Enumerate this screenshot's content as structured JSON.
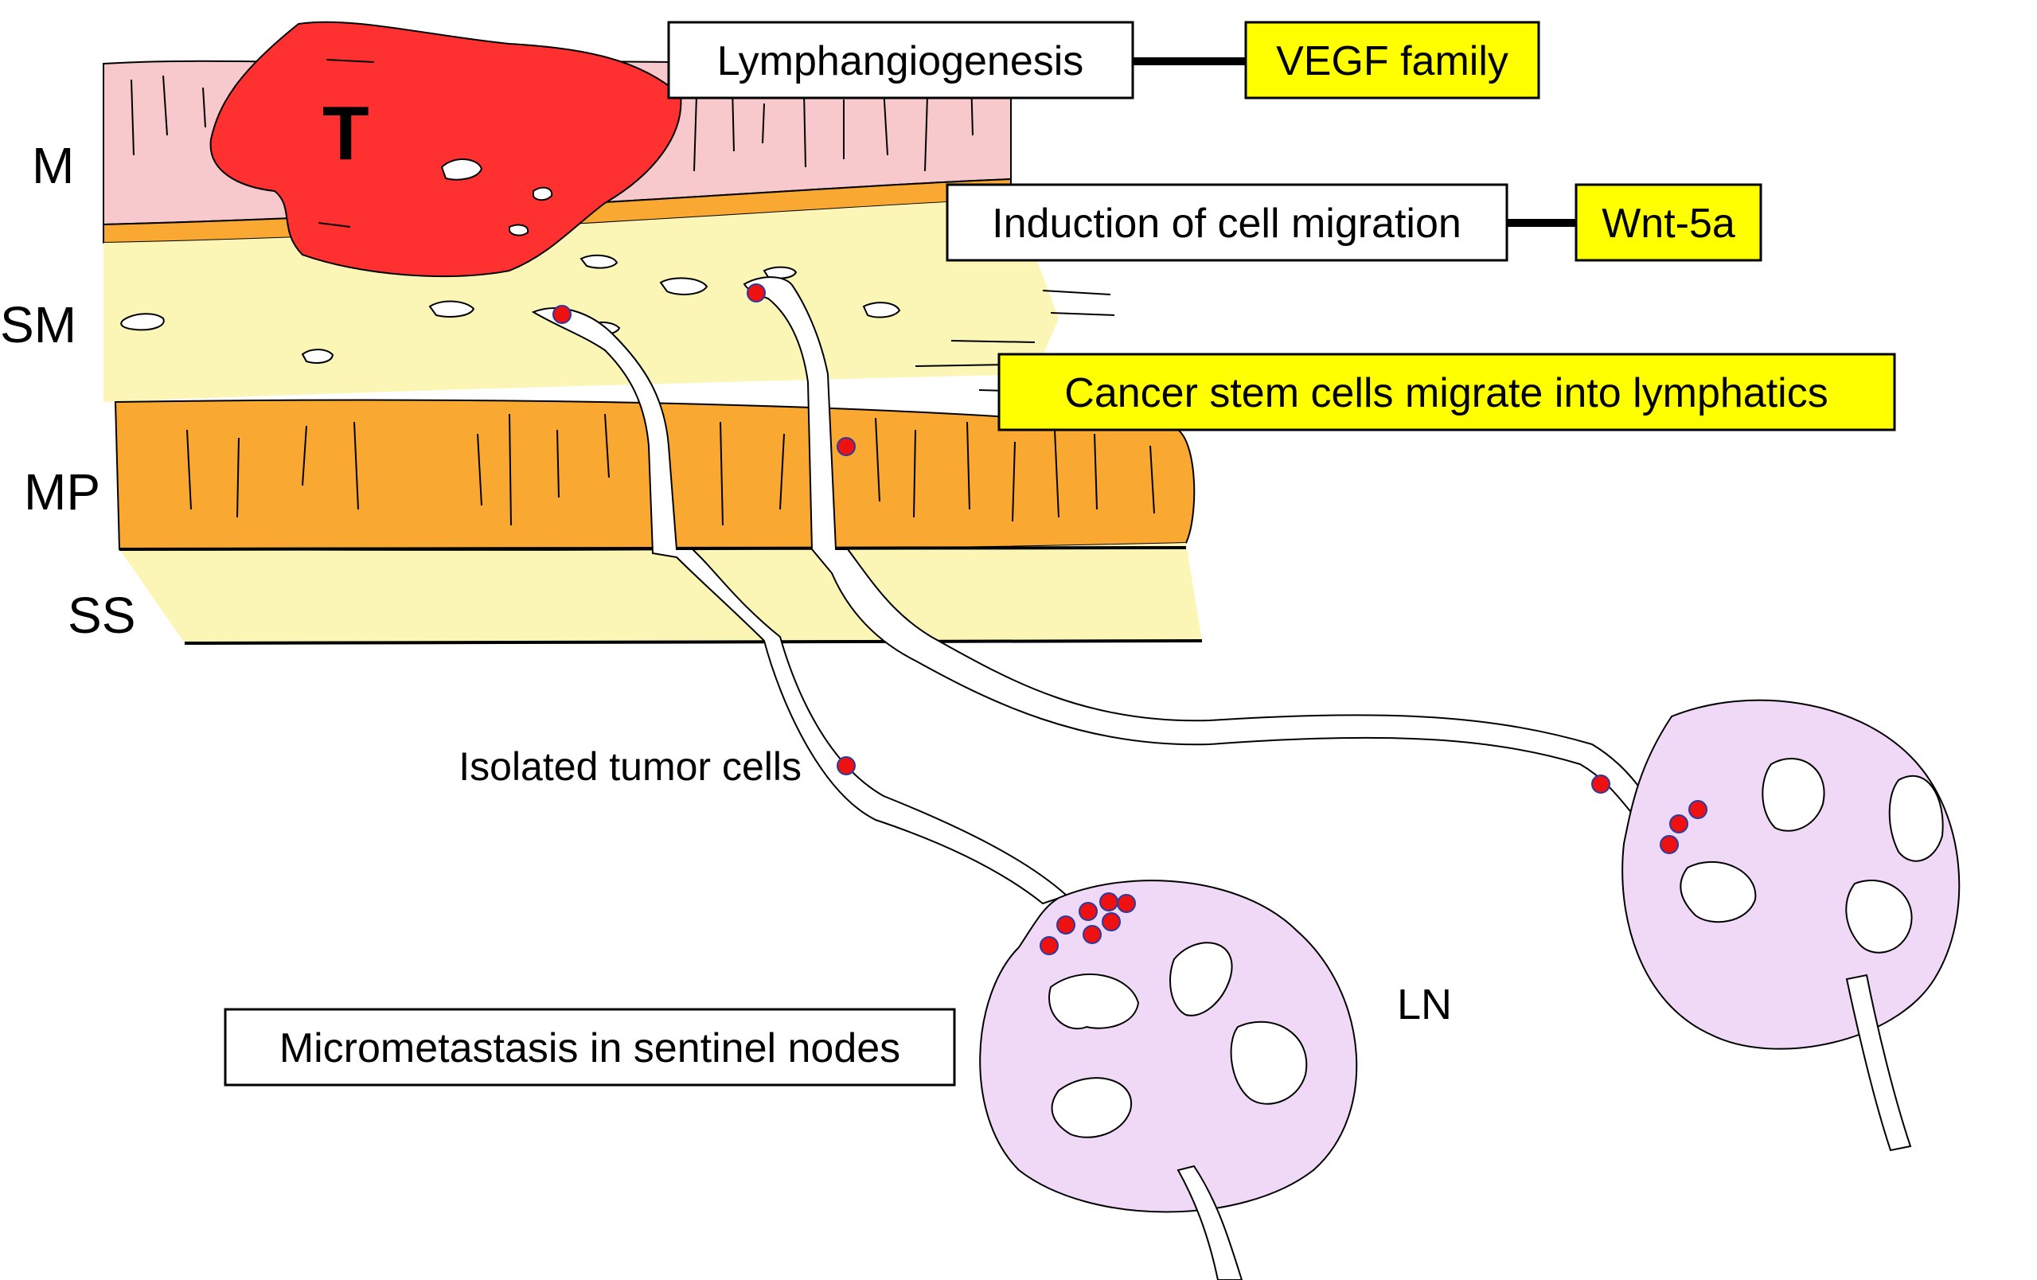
{
  "layers": {
    "mucosa": "M",
    "submucosa": "SM",
    "muscularis_propria": "MP",
    "subserosa": "SS"
  },
  "tumor_label": "T",
  "lymph_node_label": "LN",
  "callouts": {
    "lymphangiogenesis": "Lymphangiogenesis",
    "vegf_family": "VEGF family",
    "cell_migration": "Induction of cell migration",
    "wnt5a": "Wnt-5a",
    "cancer_stem_cells": "Cancer stem cells migrate into lymphatics",
    "isolated_tumor_cells": "Isolated tumor cells",
    "micrometastasis": "Micrometastasis in sentinel nodes"
  },
  "colors": {
    "mucosa": "#f7c9cc",
    "tumor": "#ff3030",
    "submucosa": "#fbf6b6",
    "muscularis": "#f9a832",
    "subserosa": "#fbf6b6",
    "lymph_node": "#f0d8f7",
    "tumor_cell": "#ee1111",
    "highlight": "#ffff00"
  }
}
